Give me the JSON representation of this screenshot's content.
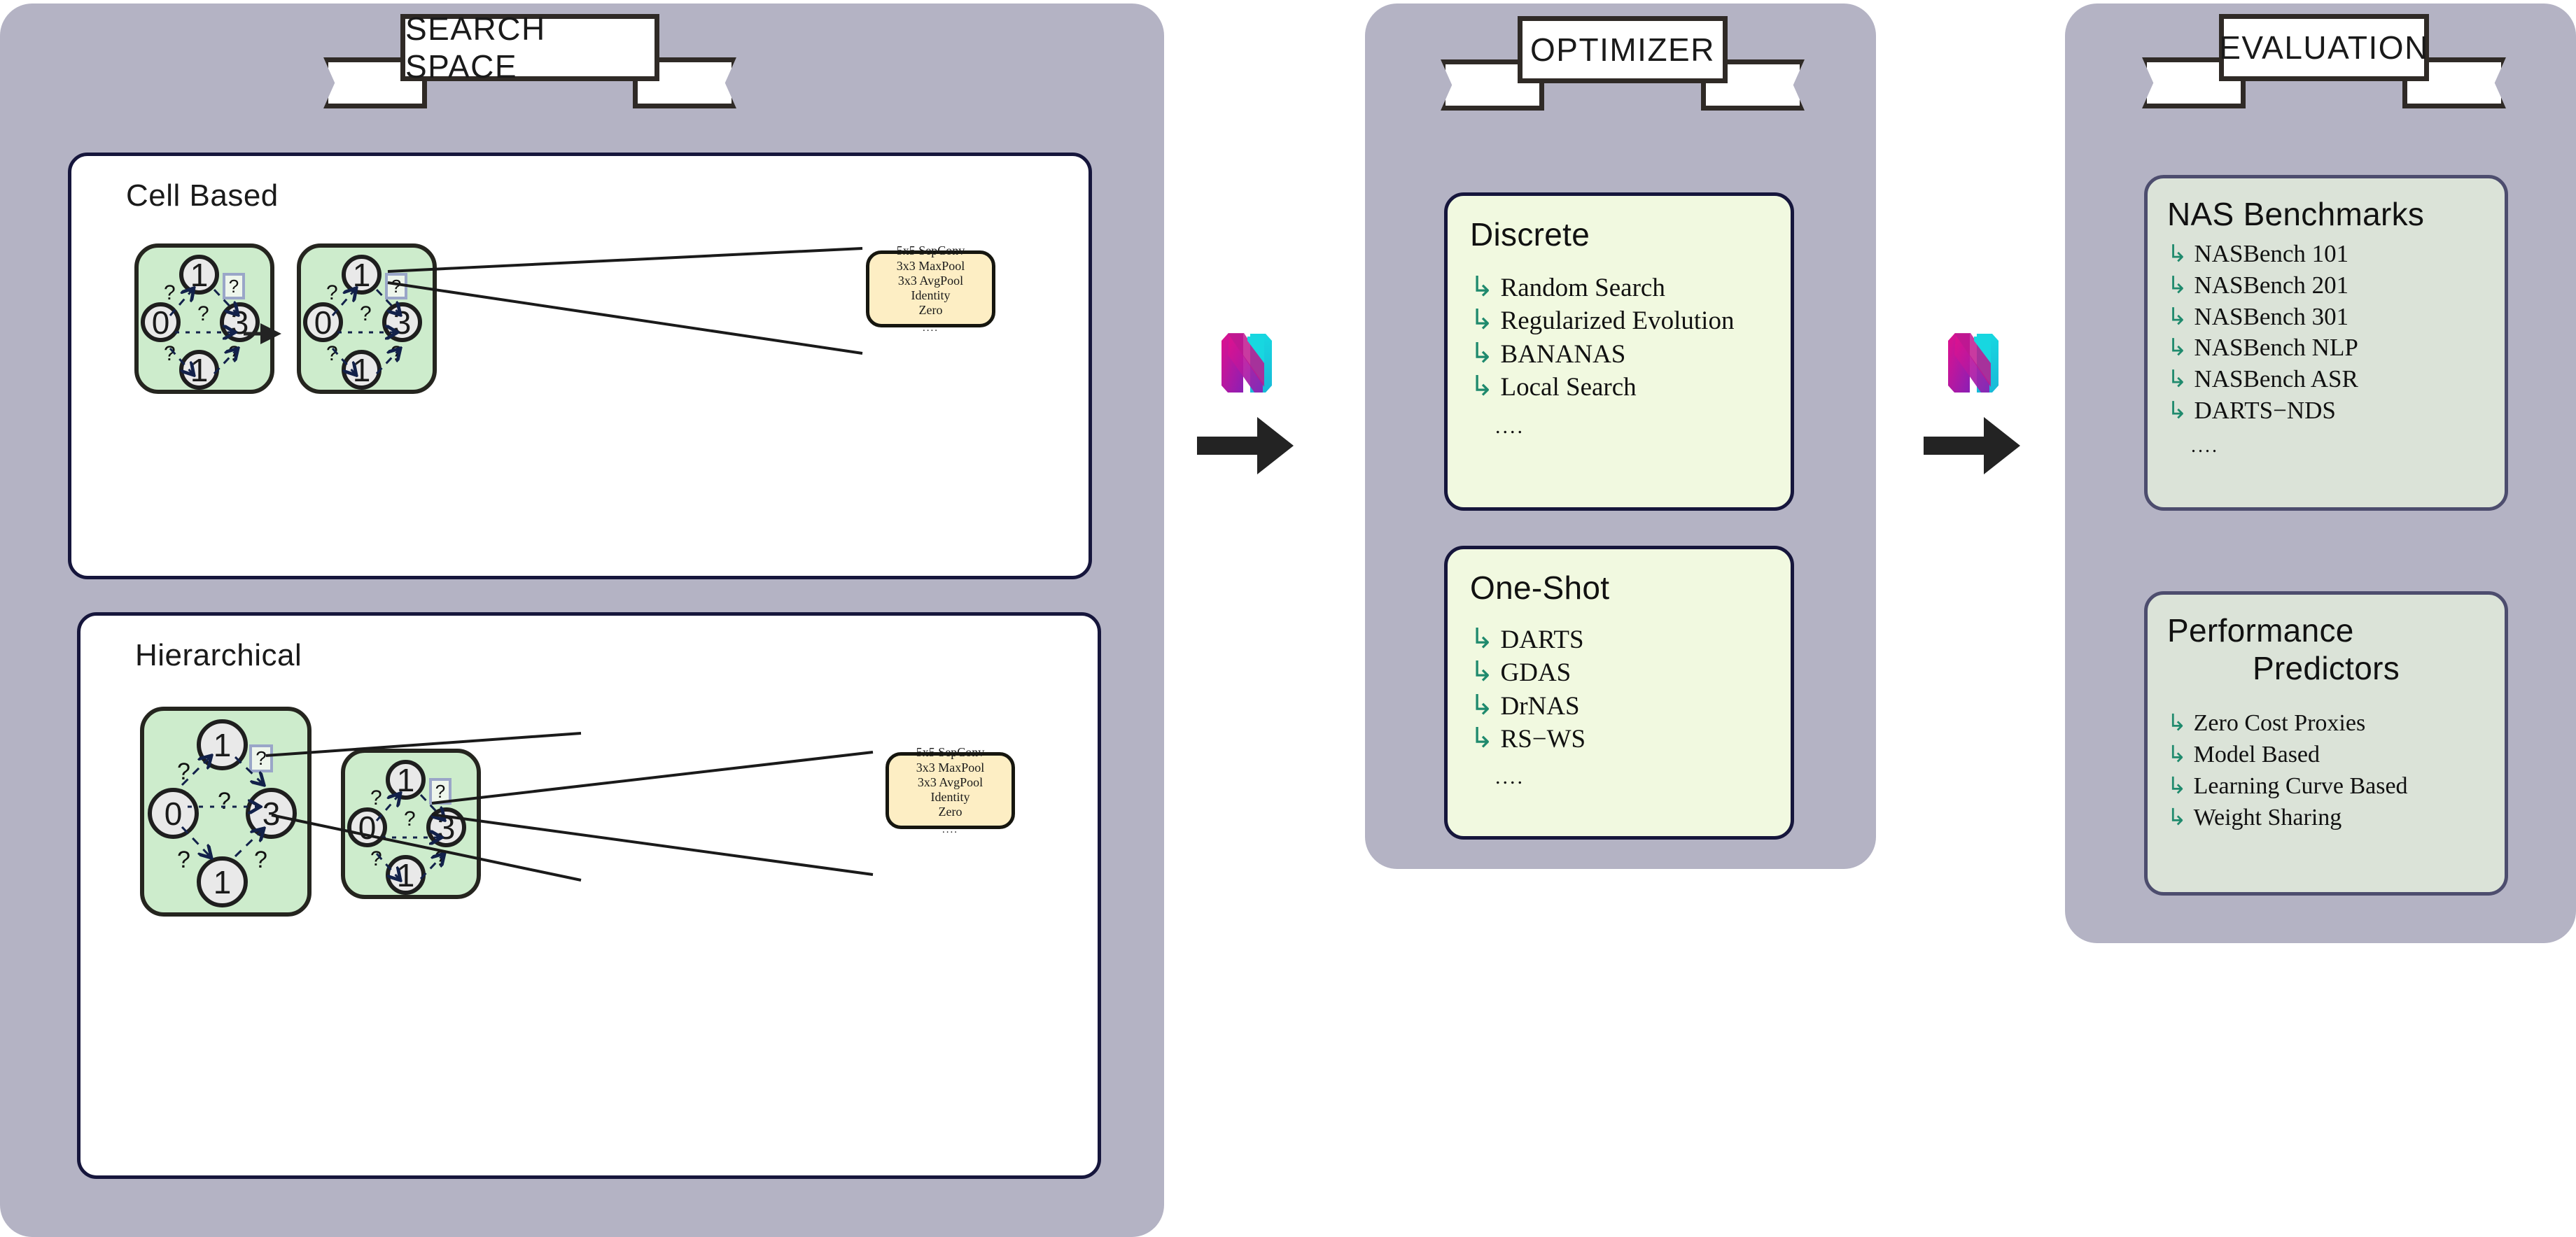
{
  "panels": {
    "search_space": {
      "ribbon_title": "SEARCH SPACE"
    },
    "optimizer": {
      "ribbon_title": "OPTIMIZER"
    },
    "evaluation": {
      "ribbon_title": "EVALUATION"
    }
  },
  "search_space": {
    "cards": [
      {
        "title": "Cell Based"
      },
      {
        "title": "Hierarchical"
      }
    ],
    "cell_nodes": [
      "0",
      "1",
      "1",
      "3"
    ],
    "edge_label": "?",
    "operations": {
      "items": [
        "5x5 SepConv",
        "3x3 MaxPool",
        "3x3 AvgPool",
        "Identity",
        "Zero"
      ],
      "more": "...."
    }
  },
  "optimizer": {
    "groups": [
      {
        "title": "Discrete",
        "items": [
          "Random Search",
          "Regularized Evolution",
          "BANANAS",
          "Local Search"
        ],
        "more": "...."
      },
      {
        "title": "One-Shot",
        "items": [
          "DARTS",
          "GDAS",
          "DrNAS",
          "RS−WS"
        ],
        "more": "...."
      }
    ]
  },
  "evaluation": {
    "groups": [
      {
        "title": "NAS Benchmarks",
        "title2": "",
        "items": [
          "NASBench 101",
          "NASBench 201",
          "NASBench 301",
          "NASBench NLP",
          "NASBench ASR",
          "DARTS−NDS"
        ],
        "more": "...."
      },
      {
        "title": "Performance",
        "title2": "Predictors",
        "items": [
          "Zero  Cost Proxies",
          "Model Based",
          "Learning Curve Based",
          "Weight Sharing"
        ],
        "more": ""
      }
    ]
  },
  "icons": {
    "bullet": "↳",
    "logo_name": "naslib-logo",
    "arrow_name": "right-arrow-icon"
  },
  "colors": {
    "panel_bg": "#b4b3c4",
    "cell_green": "#cdeccc",
    "ops_yellow": "#fdeec4",
    "optimizer_box": "#f1f9e0",
    "eval_box": "#dbe3d8",
    "bullet_teal": "#1f8a6d",
    "card_border": "#16163c",
    "logo_magenta": "#d6168c",
    "logo_purple": "#8a1fb5",
    "logo_cyan": "#17d7e0"
  }
}
